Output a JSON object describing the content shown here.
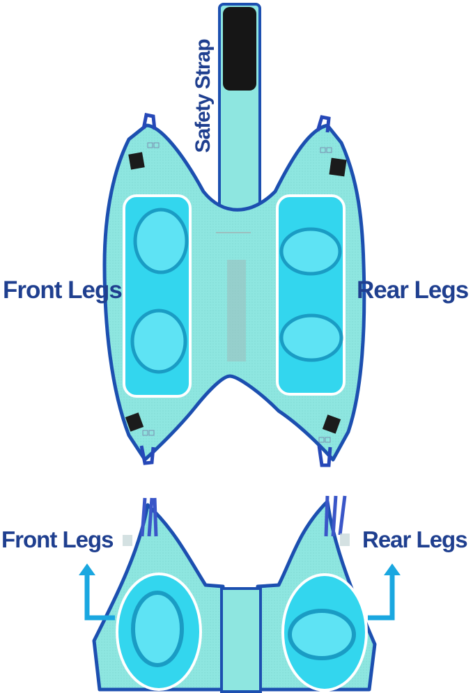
{
  "labels": {
    "safety_strap": "Safety Strap",
    "front_legs_top": "Front Legs",
    "rear_legs_top": "Rear Legs",
    "front_legs_bottom": "Front Legs",
    "rear_legs_bottom": "Rear Legs"
  },
  "colors": {
    "label_text": "#1f3f8f",
    "fabric": "#8ee6e0",
    "fabric_edge": "#1c4fb0",
    "leg_panel": "#33d6ee",
    "leg_hole_ring": "#1a9cc4",
    "highlight_outline": "#ffffff",
    "velcro_patch": "#1b1b1b",
    "arrow": "#1aa7e0"
  }
}
